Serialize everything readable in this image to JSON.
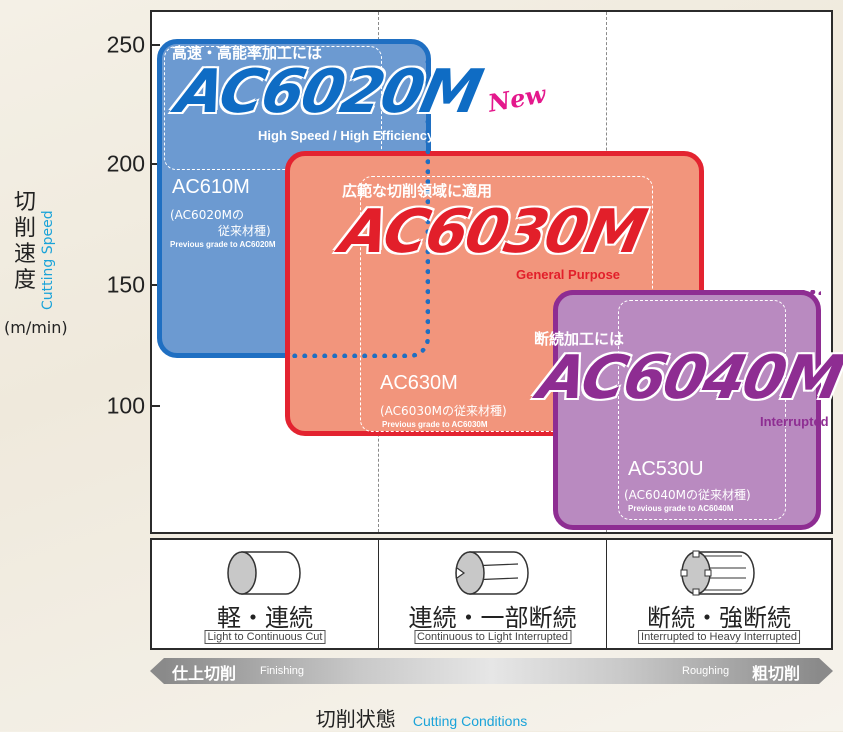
{
  "chart_data": {
    "type": "region-map",
    "ylabel_ja": "切削速度",
    "ylabel_en": "Cutting Speed",
    "yunit": "(m/min)",
    "yticks": [
      "250",
      "200",
      "150",
      "100"
    ],
    "xlabel_ja": "切削状態",
    "xlabel_en": "Cutting Conditions",
    "conditions": [
      {
        "ja": "軽・連続",
        "en": "Light to Continuous Cut"
      },
      {
        "ja": "連続・一部断続",
        "en": "Continuous to Light Interrupted"
      },
      {
        "ja": "断続・強断続",
        "en": "Interrupted to Heavy Interrupted"
      }
    ],
    "arrow": {
      "left_ja": "仕上切削",
      "left_en": "Finishing",
      "right_en": "Roughing",
      "right_ja": "粗切削"
    },
    "grades": [
      {
        "catch": "高速・高能率加工には",
        "name": "AC6020M",
        "sub": "High Speed / High Efficiency",
        "badge": "New",
        "color": "#1f6fc2",
        "old_name": "AC610M",
        "old_note_1": "(AC6020Mの",
        "old_note_2": "従来材種)",
        "old_prev": "Previous grade to AC6020M"
      },
      {
        "catch": "広範な切削領域に適用",
        "name": "AC6030M",
        "sub": "General Purpose",
        "color": "#e32330",
        "old_name": "AC630M",
        "old_note": "(AC6030Mの従来材種)",
        "old_prev": "Previous grade to AC6030M"
      },
      {
        "catch": "断続加工には",
        "name": "AC6040M",
        "sub": "Interrupted",
        "color": "#8e2d92",
        "old_name": "AC530U",
        "old_note": "(AC6040Mの従来材種)",
        "old_prev": "Previous grade to AC6040M"
      }
    ]
  }
}
